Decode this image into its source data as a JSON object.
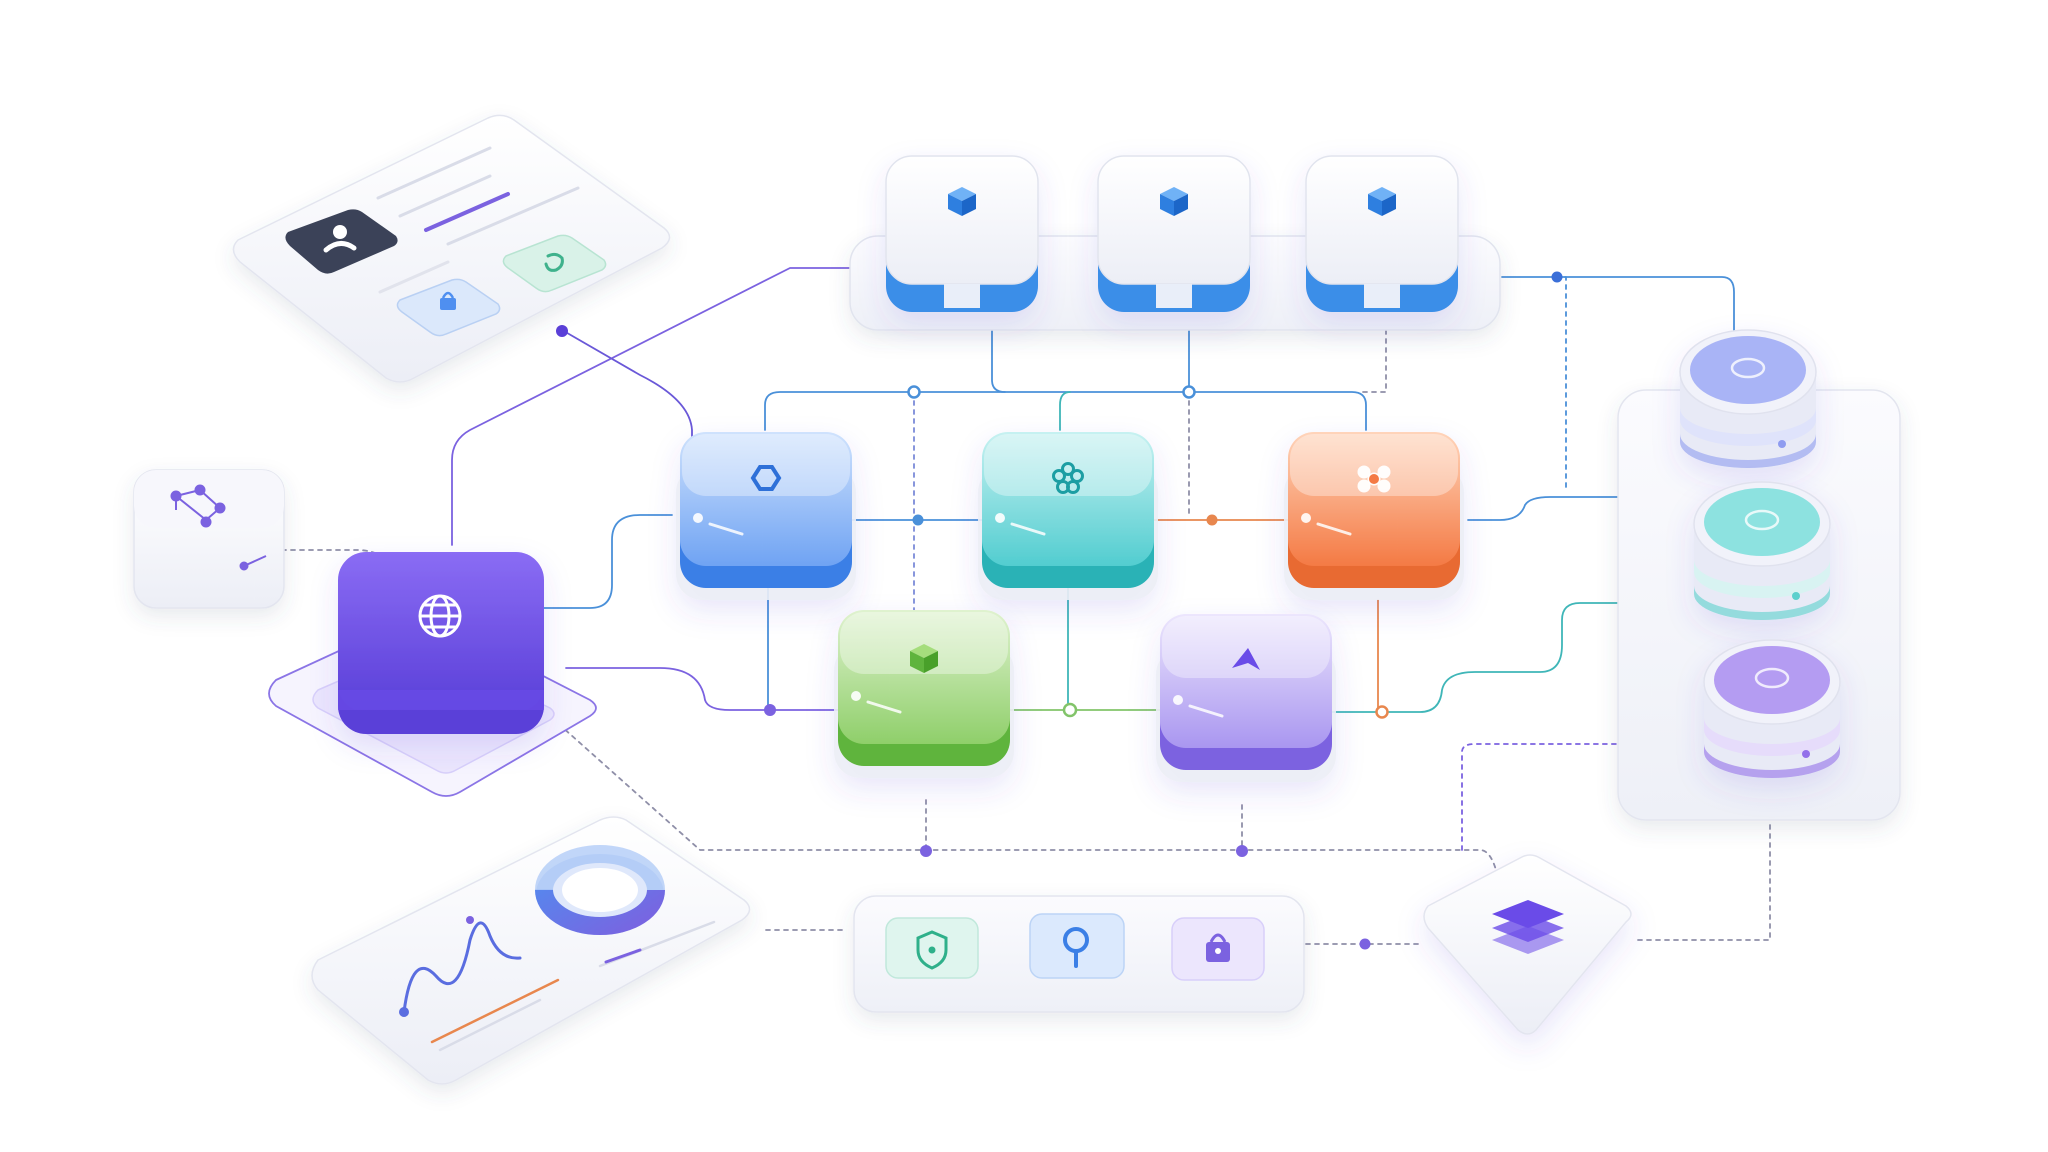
{
  "diagram": {
    "background": "#ffffff",
    "colors": {
      "purple": "#6a4be8",
      "blue": "#4f8ff0",
      "teal": "#3fc6c8",
      "orange": "#f47a44",
      "green": "#7cc657",
      "lavender": "#9a86ee",
      "violet": "#8a62e4",
      "line_purple": "#7b62e0",
      "line_blue": "#4a90d9",
      "line_teal": "#3fb6b8",
      "line_orange": "#e8874e",
      "line_green": "#82c46a",
      "line_gray": "#8f8fa8"
    },
    "top_cluster": {
      "nodes": [
        {
          "icon": "cube-icon"
        },
        {
          "icon": "cube-icon"
        },
        {
          "icon": "cube-icon"
        }
      ]
    },
    "gateway": {
      "icon": "globe-icon",
      "color": "purple"
    },
    "services": [
      {
        "icon": "hexagon-icon",
        "color": "blue"
      },
      {
        "icon": "flower-icon",
        "color": "teal"
      },
      {
        "icon": "dots-cluster-icon",
        "color": "orange"
      },
      {
        "icon": "cube-icon",
        "color": "green"
      },
      {
        "icon": "arrow-icon",
        "color": "lavender"
      }
    ],
    "databases": [
      {
        "icon": "database-icon",
        "color": "blue"
      },
      {
        "icon": "database-icon",
        "color": "teal"
      },
      {
        "icon": "database-icon",
        "color": "violet"
      }
    ],
    "left_panel": {
      "icons": [
        "user-icon",
        "lock-icon",
        "refresh-icon"
      ]
    },
    "graph_node": {
      "icon": "network-graph-icon"
    },
    "analytics_panel": {
      "icons": [
        "line-chart-icon",
        "donut-chart-icon"
      ],
      "donut_share": 0.5
    },
    "security_tray": {
      "icons": [
        "shield-icon",
        "key-icon",
        "lock-icon"
      ]
    },
    "layers_node": {
      "icon": "layers-icon"
    }
  }
}
